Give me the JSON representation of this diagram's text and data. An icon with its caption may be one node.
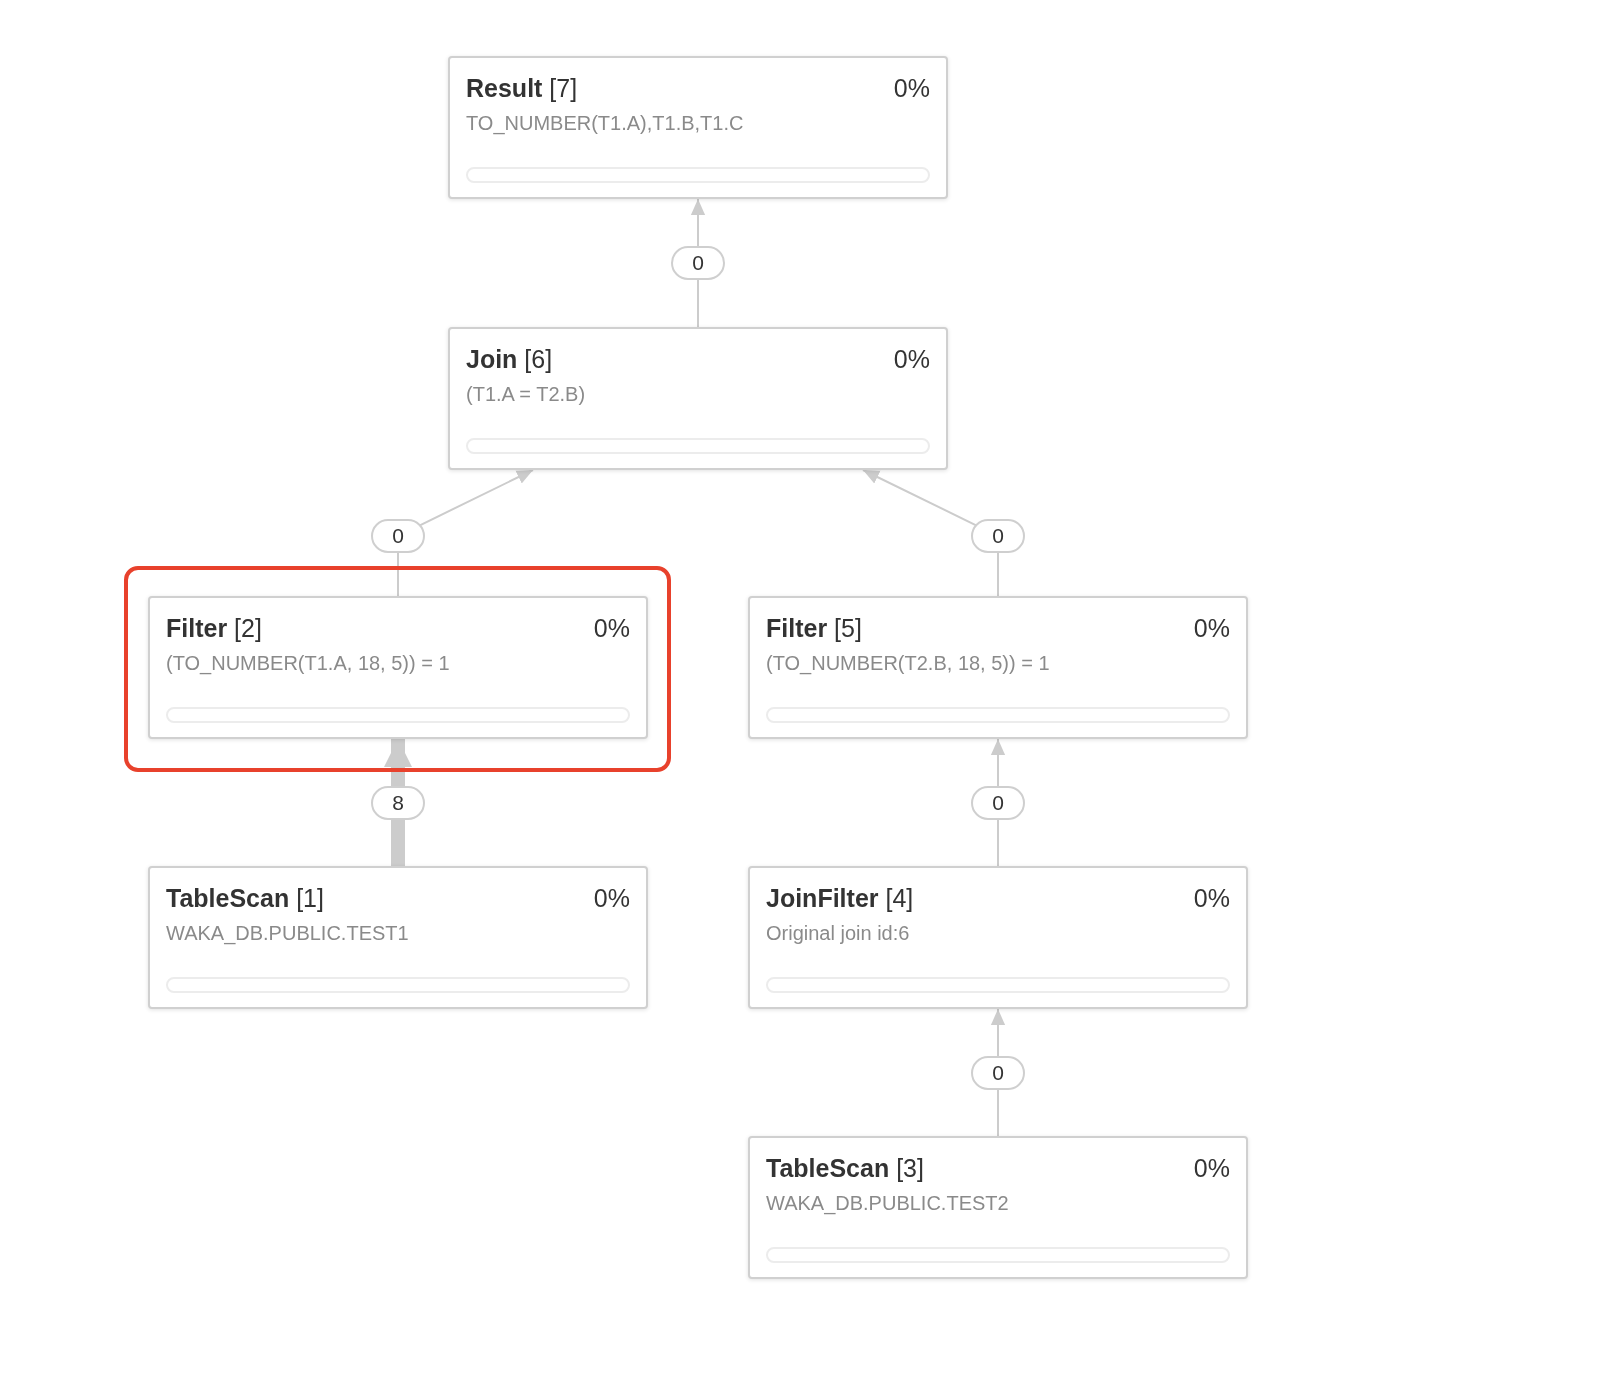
{
  "diagram": {
    "nodes": [
      {
        "text": [
          "**Result** [7]",
          "0%",
          "TO_NUMBER(T1.A),T1.B,T1.C"
        ]
      },
      {
        "text": [
          "**Join** [6]",
          "0%",
          "(T1.A = T2.B)"
        ]
      },
      {
        "text": [],
        "shape": "box"
      },
      {
        "text": [
          "**Filter** [2]",
          "0%",
          "(TO_NUMBER(T1.A, 18, 5)) = 1"
        ],
        "in": 2
      },
      {
        "text": [
          "**Filter** [5]",
          "0%",
          "(TO_NUMBER(T2.B, 18, 5)) = 1"
        ]
      },
      {
        "text": [
          "**TableScan** [1]",
          "0%",
          "WAKA_DB.PUBLIC.TEST1"
        ]
      },
      {
        "text": [
          "**JoinFilter** [4]",
          "0%",
          "Original join id:6"
        ]
      },
      {
        "text": [
          "**TableScan** [3]",
          "0%",
          "WAKA_DB.PUBLIC.TEST2"
        ]
      }
    ],
    "edges": [
      {
        "from": 1,
        "to": 0,
        "arrow": "to",
        "label": "0"
      },
      {
        "from": 3,
        "to": 1,
        "arrow": "to",
        "label": "0"
      },
      {
        "from": 4,
        "to": 1,
        "arrow": "to",
        "label": "0"
      },
      {
        "from": 5,
        "to": 3,
        "arrow": "to",
        "label": "8",
        "style": "thick"
      },
      {
        "from": 6,
        "to": 4,
        "arrow": "to",
        "label": "0"
      },
      {
        "from": 7,
        "to": 6,
        "arrow": "to",
        "label": "0"
      }
    ]
  }
}
